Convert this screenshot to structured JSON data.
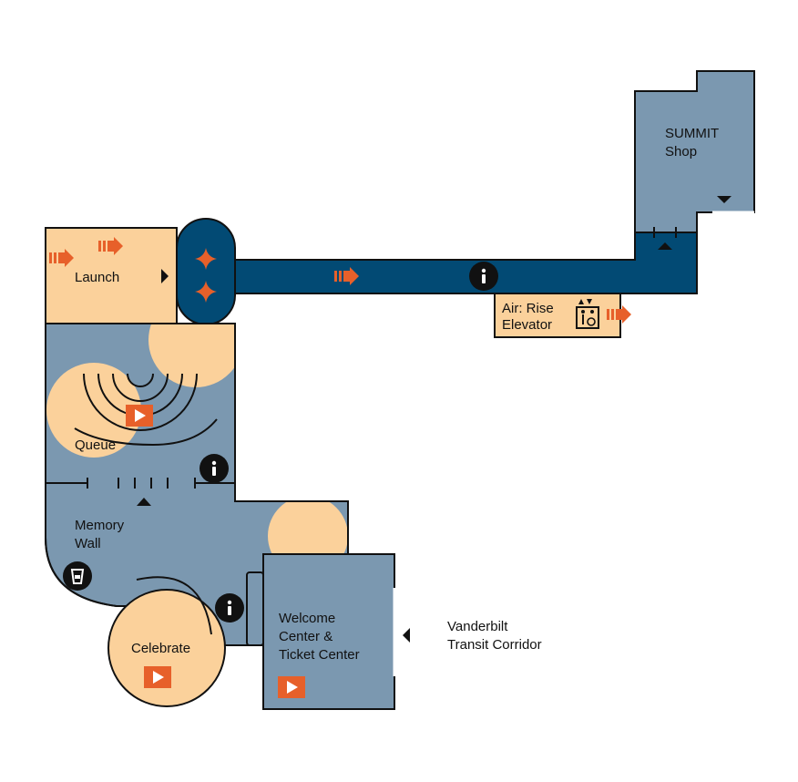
{
  "colors": {
    "slate": "#7b98b0",
    "navy": "#024a74",
    "sand": "#fbd19b",
    "orange": "#e7602a",
    "outline": "#111111",
    "background": "#ffffff"
  },
  "rooms": {
    "launch": "Launch",
    "queue": "Queue",
    "memory_wall": [
      "Memory",
      "Wall"
    ],
    "celebrate": "Celebrate",
    "welcome_center": [
      "Welcome",
      "Center &",
      "Ticket Center"
    ],
    "summit_shop": [
      "SUMMIT",
      "Shop"
    ],
    "air_rise_elevator": [
      "Air: Rise",
      "Elevator"
    ]
  },
  "external": {
    "transit_corridor": [
      "Vanderbilt",
      "Transit Corridor"
    ]
  },
  "icons": {
    "info": "info-icon",
    "video": "play-icon",
    "direction": "direction-arrow-icon",
    "elevator": "accessible-elevator-icon",
    "star": "star-icon",
    "drink": "drink-icon",
    "entrance": "entrance-triangle-icon"
  }
}
